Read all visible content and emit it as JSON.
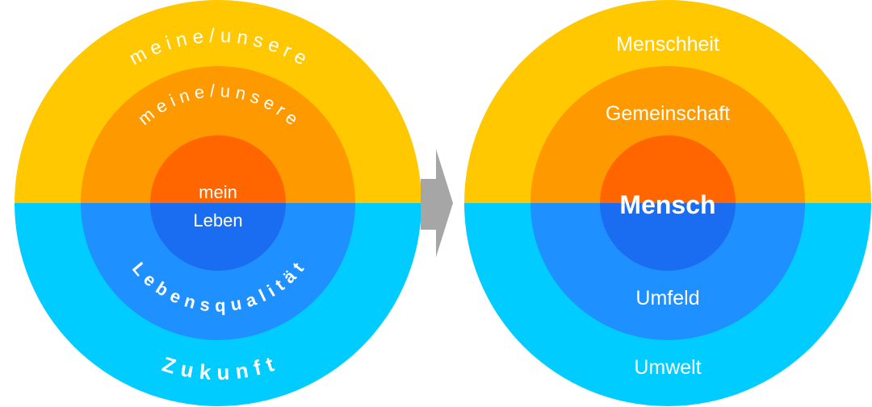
{
  "left_diagram": {
    "outer_top_arc": "m e i n e   /   u n s e r e",
    "middle_top_arc": "m e i n e / u n s e r e",
    "core_top": "mein",
    "core_bottom": "Leben",
    "middle_bottom_arc": "L e b e n s q u a l i t ä t",
    "outer_bottom_arc": "Z   u   k   u   n   f   t"
  },
  "right_diagram": {
    "outer_top": "Menschheit",
    "middle_top": "Gemeinschaft",
    "core": "Mensch",
    "middle_bottom": "Umfeld",
    "outer_bottom": "Umwelt"
  },
  "colors": {
    "outer_top": "#ffc800",
    "middle_top": "#ff9900",
    "core_top": "#ff6600",
    "outer_bottom": "#00ccff",
    "middle_bottom": "#1e90ff",
    "core_bottom": "#1a6cf0",
    "arrow": "#a6a6a6"
  }
}
